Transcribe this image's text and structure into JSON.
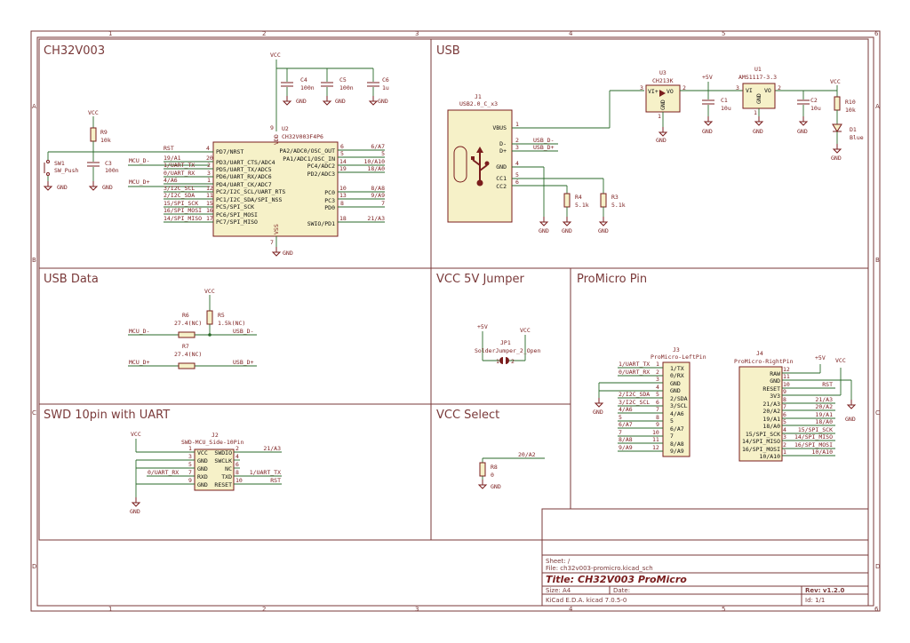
{
  "sheet": {
    "col_labels": [
      "1",
      "2",
      "3",
      "4",
      "5",
      "6"
    ],
    "row_labels": [
      "A",
      "B",
      "C",
      "D"
    ]
  },
  "panels": {
    "ch32": "CH32V003",
    "usb": "USB",
    "usb_data": "USB Data",
    "vcc_jumper": "VCC 5V Jumper",
    "promicro": "ProMicro Pin",
    "swd": "SWD 10pin with UART",
    "vcc_select": "VCC Select"
  },
  "ch32": {
    "vcc": "VCC",
    "gnd": "GND",
    "c4": {
      "ref": "C4",
      "val": "100n"
    },
    "c5": {
      "ref": "C5",
      "val": "100n"
    },
    "c6": {
      "ref": "C6",
      "val": "1u"
    },
    "r9": {
      "ref": "R9",
      "val": "10k"
    },
    "sw1": {
      "ref": "SW1",
      "val": "SW_Push"
    },
    "c3": {
      "ref": "C3",
      "val": "100n"
    },
    "u2": {
      "ref": "U2",
      "val": "CH32V003F4P6"
    },
    "vdd": "VDD",
    "vss": "VSS",
    "pin_vdd": "9",
    "pin_vss": "7",
    "left_pins": [
      {
        "n": "4",
        "name": "PD7/NRST",
        "net": "RST"
      },
      {
        "n": "20",
        "name": "PD3/UART_CTS/ADC4",
        "net": "19/A1"
      },
      {
        "n": "2",
        "name": "PD5/UART_TX/ADC5",
        "net": "1/UART_TX"
      },
      {
        "n": "3",
        "name": "PD6/UART_RX/ADC6",
        "net": "0/UART_RX"
      },
      {
        "n": "1",
        "name": "PD4/UART_CK/ADC7",
        "net": "4/A6"
      },
      {
        "n": "12",
        "name": "PC2/I2C_SCL/UART_RTS",
        "net": "3/I2C_SCL"
      },
      {
        "n": "11",
        "name": "PC1/I2C_SDA/SPI_NSS",
        "net": "2/I2C_SDA"
      },
      {
        "n": "15",
        "name": "PC5/SPI_SCK",
        "net": "15/SPI_SCK"
      },
      {
        "n": "16",
        "name": "PC6/SPI_MOSI",
        "net": "16/SPI_MOSI"
      },
      {
        "n": "17",
        "name": "PC7/SPI_MISO",
        "net": "14/SPI_MISO"
      }
    ],
    "right_pins": [
      {
        "n": "6",
        "name": "PA2/ADC0/OSC_OUT",
        "net": "6/A7"
      },
      {
        "n": "5",
        "name": "PA1/ADC1/OSC_IN",
        "net": "5"
      },
      {
        "n": "14",
        "name": "PC4/ADC2",
        "net": "10/A10"
      },
      {
        "n": "19",
        "name": "PD2/ADC3",
        "net": "18/A0"
      },
      {
        "n": "10",
        "name": "PC0",
        "net": "8/A8"
      },
      {
        "n": "13",
        "name": "PC3",
        "net": "9/A9"
      },
      {
        "n": "8",
        "name": "PD0",
        "net": "7"
      },
      {
        "n": "18",
        "name": "SWIO/PD1",
        "net": "21/A3"
      }
    ],
    "mcu_dm": "MCU_D-",
    "mcu_dp": "MCU_D+"
  },
  "usb": {
    "j1": {
      "ref": "J1",
      "val": "USB2.0_C_x3"
    },
    "pins": [
      {
        "name": "VBUS",
        "n": "1"
      },
      {
        "name": "D-",
        "n": "2",
        "net": "USB_D-"
      },
      {
        "name": "D+",
        "n": "3",
        "net": "USB_D+"
      },
      {
        "name": "GND",
        "n": "4"
      },
      {
        "name": "CC1",
        "n": "5"
      },
      {
        "name": "CC2",
        "n": "6"
      }
    ],
    "r4": {
      "ref": "R4",
      "val": "5.1k"
    },
    "r3": {
      "ref": "R3",
      "val": "5.1k"
    },
    "u3": {
      "ref": "U3",
      "val": "CH213K",
      "vi": "VI+",
      "vo": "VO",
      "gnd": "GND",
      "p3": "3",
      "p2": "2",
      "p1": "1"
    },
    "v5": "+5V",
    "c1": {
      "ref": "C1",
      "val": "10u"
    },
    "u1": {
      "ref": "U1",
      "val": "AMS1117-3.3",
      "vi": "VI",
      "vo": "VO",
      "gnd": "GND",
      "p3": "3",
      "p2": "2",
      "p1": "1"
    },
    "c2": {
      "ref": "C2",
      "val": "10u"
    },
    "vcc": "VCC",
    "r10": {
      "ref": "R10",
      "val": "10k"
    },
    "d1": {
      "ref": "D1",
      "val": "Blue"
    },
    "gnd": "GND"
  },
  "usb_data": {
    "vcc": "VCC",
    "r6": {
      "ref": "R6",
      "val": "27.4(NC)"
    },
    "r5": {
      "ref": "R5",
      "val": "1.5k(NC)"
    },
    "r7": {
      "ref": "R7",
      "val": "27.4(NC)"
    },
    "mcu_dm": "MCU_D-",
    "usb_dm": "USB_D-",
    "mcu_dp": "MCU_D+",
    "usb_dp": "USB_D+"
  },
  "jumper": {
    "v5": "+5V",
    "vcc": "VCC",
    "ref": "JP1",
    "val": "SolderJumper_2_Open",
    "p1": "1",
    "p2": "2"
  },
  "promicro": {
    "j3": {
      "ref": "J3",
      "val": "ProMicro-LeftPin"
    },
    "left": [
      {
        "net": "1/UART_TX",
        "n": "1",
        "name": "1/TX"
      },
      {
        "net": "0/UART_RX",
        "n": "2",
        "name": "0/RX"
      },
      {
        "net": "",
        "n": "3",
        "name": "GND"
      },
      {
        "net": "",
        "n": "4",
        "name": "GND"
      },
      {
        "net": "2/I2C_SDA",
        "n": "5",
        "name": "2/SDA"
      },
      {
        "net": "3/I2C_SCL",
        "n": "6",
        "name": "3/SCL"
      },
      {
        "net": "4/A6",
        "n": "7",
        "name": "4/A6"
      },
      {
        "net": "5",
        "n": "8",
        "name": "5"
      },
      {
        "net": "6/A7",
        "n": "9",
        "name": "6/A7"
      },
      {
        "net": "7",
        "n": "10",
        "name": "7"
      },
      {
        "net": "8/A8",
        "n": "11",
        "name": "8/A8"
      },
      {
        "net": "9/A9",
        "n": "12",
        "name": "9/A9"
      }
    ],
    "gnd": "GND",
    "j4": {
      "ref": "J4",
      "val": "ProMicro-RightPin"
    },
    "right": [
      {
        "name": "RAW",
        "n": "12",
        "net": ""
      },
      {
        "name": "GND",
        "n": "11",
        "net": ""
      },
      {
        "name": "RESET",
        "n": "10",
        "net": "RST"
      },
      {
        "name": "3V3",
        "n": "9",
        "net": ""
      },
      {
        "name": "21/A3",
        "n": "8",
        "net": "21/A3"
      },
      {
        "name": "20/A2",
        "n": "7",
        "net": "20/A2"
      },
      {
        "name": "19/A1",
        "n": "6",
        "net": "19/A1"
      },
      {
        "name": "18/A0",
        "n": "5",
        "net": "18/A0"
      },
      {
        "name": "15/SPI_SCK",
        "n": "4",
        "net": "15/SPI_SCK"
      },
      {
        "name": "14/SPI_MISO",
        "n": "3",
        "net": "14/SPI_MISO"
      },
      {
        "name": "16/SPI_MOSI",
        "n": "2",
        "net": "16/SPI_MOSI"
      },
      {
        "name": "10/A10",
        "n": "1",
        "net": "10/A10"
      }
    ],
    "v5": "+5V",
    "vcc": "VCC",
    "gnd2": "GND"
  },
  "swd": {
    "vcc": "VCC",
    "gnd": "GND",
    "j2": {
      "ref": "J2",
      "val": "SWD-MCU_Side-10Pin"
    },
    "left": [
      {
        "n": "1",
        "name": "VCC",
        "net": ""
      },
      {
        "n": "3",
        "name": "GND",
        "net": ""
      },
      {
        "n": "5",
        "name": "GND",
        "net": ""
      },
      {
        "n": "7",
        "name": "RXD",
        "net": "0/UART_RX"
      },
      {
        "n": "9",
        "name": "GND",
        "net": ""
      }
    ],
    "right": [
      {
        "n": "2",
        "name": "SWDIO",
        "net": "21/A3"
      },
      {
        "n": "4",
        "name": "SWCLK",
        "net": ""
      },
      {
        "n": "6",
        "name": "NC",
        "net": ""
      },
      {
        "n": "8",
        "name": "TXD",
        "net": "1/UART_TX"
      },
      {
        "n": "10",
        "name": "RESET",
        "net": "RST"
      }
    ]
  },
  "vcc_select": {
    "r8": {
      "ref": "R8",
      "val": "0"
    },
    "net": "20/A2",
    "gnd": "GND"
  },
  "title_block": {
    "sheet": "Sheet: /",
    "file": "File: ch32v003-promicro.kicad_sch",
    "title": "Title: CH32V003 ProMicro",
    "size": "Size: A4",
    "date": "Date:",
    "rev": "Rev: v1.2.0",
    "tool": "KiCad E.D.A.  kicad 7.0.5-0",
    "id": "Id: 1/1"
  }
}
